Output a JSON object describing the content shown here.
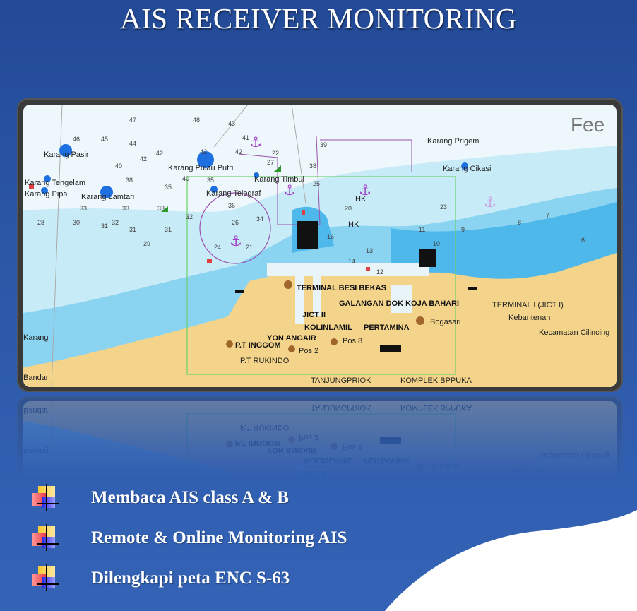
{
  "title": "AIS RECEIVER MONITORING",
  "map": {
    "corner_text": "Fee",
    "place_labels": [
      "Karang Pasir",
      "Karang Pulau Putri",
      "Karang Tengelam",
      "Karang Pipa",
      "Karang Lamtari",
      "Karang Telegraf",
      "Karang Timbul",
      "Karang Prigem",
      "Karang Cikasi",
      "Kebantenan",
      "Kecamatan Cilincing",
      "Bogasari",
      "Pos 8",
      "Pos 2",
      "TANJUNGPRIOK",
      "KOMPLEK BPPUKA",
      "Karang",
      "Bandar",
      "HK",
      "HK",
      "TERMINAL I (JICT I)",
      "P.T RUKINDO"
    ],
    "port_labels": [
      "TERMINAL BESI BEKAS",
      "JICT II",
      "GALANGAN DOK KOJA BAHARI",
      "KOLINLAMIL",
      "PERTAMINA",
      "YON ANGAIR",
      "P.T INGGOM"
    ],
    "depths": [
      "46",
      "45",
      "44",
      "42",
      "42",
      "42",
      "42",
      "40",
      "40",
      "38",
      "35",
      "35",
      "33",
      "33",
      "33",
      "32",
      "31",
      "31",
      "29",
      "30",
      "31",
      "32",
      "28",
      "26",
      "24",
      "21",
      "25",
      "23",
      "20",
      "16",
      "14",
      "13",
      "12",
      "11",
      "10",
      "9",
      "8",
      "7",
      "6",
      "39",
      "38",
      "36",
      "34",
      "27",
      "22",
      "41",
      "43",
      "47",
      "48"
    ]
  },
  "bullets": [
    "Membaca AIS class A & B",
    "Remote & Online Monitoring AIS",
    "Dilengkapi peta ENC S-63"
  ],
  "colors": {
    "background": "#2c58a8",
    "land": "#f3d48a",
    "sea_light": "#eef8fc",
    "sea_shallow": "#4fb8ea",
    "anchor": "#a040c8"
  }
}
